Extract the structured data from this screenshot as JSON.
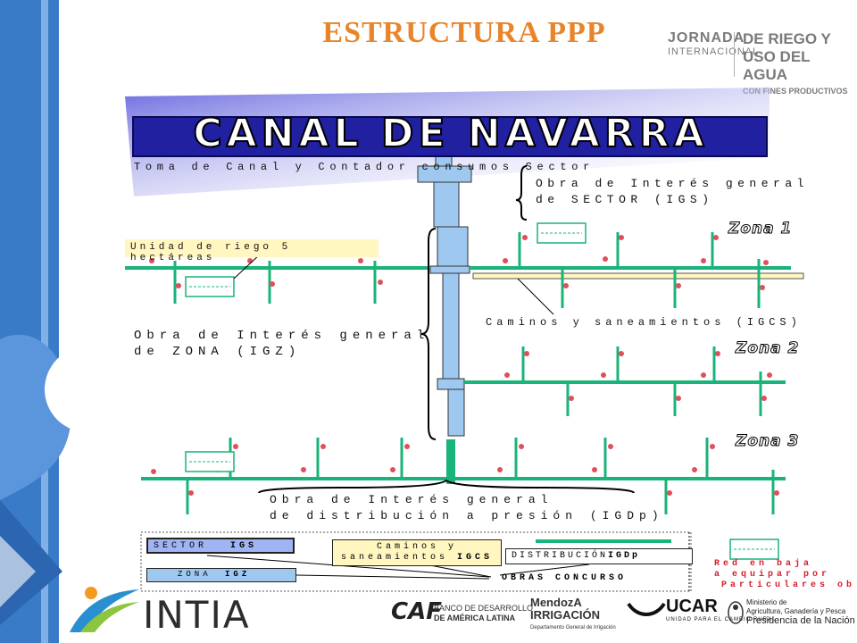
{
  "header": {
    "title": "ESTRUCTURA PPP",
    "jornada_line1": "JORNADA",
    "jornada_line2": "INTERNACIONAL",
    "riego_line1": "DE RIEGO Y",
    "riego_line2": "USO DEL AGUA",
    "riego_line3": "CON FINES PRODUCTIVOS"
  },
  "diagram": {
    "banner": "CANAL DE NAVARRA",
    "toma": "Toma de Canal y Contador consumos Sector",
    "igs_line1": "Obra de Interés general",
    "igs_line2": "de SECTOR (IGS)",
    "unidad": "Unidad de riego 5 hectáreas",
    "zona1": "Zona 1",
    "zona2": "Zona 2",
    "zona3": "Zona 3",
    "caminos": "Caminos y saneamientos (IGCS)",
    "igz_line1": "Obra de Interés general",
    "igz_line2": "de ZONA (IGZ)",
    "igdp_line1": "Obra de Interés general",
    "igdp_line2": "de distribución a presión (IGDp)"
  },
  "legend": {
    "sector_label": "SECTOR",
    "sector_code": "IGS",
    "zona_label": "ZONA",
    "zona_code": "IGZ",
    "caminos_line1": "Caminos y",
    "caminos_line2": "saneamientos",
    "caminos_code": "IGCS",
    "distribucion_label": "DISTRIBUCIÓN",
    "distribucion_code": "IGDp",
    "obras": "OBRAS CONCURSO",
    "red_line1": "Red en baja",
    "red_line2": "a equipar por",
    "red_line3": "Particulares ob"
  },
  "footer": {
    "intia": "INTIA",
    "caf": "CAF",
    "caf_sub1": "BANCO DE DESARROLLO",
    "caf_sub2": "DE AMÉRICA LATINA",
    "mendoza1": "MendozA",
    "mendoza2": "IRRIGACIÓN",
    "mendoza_sub": "Departamento General de Irrigación",
    "ucar": "UCAR",
    "ucar_sub": "UNIDAD PARA EL CAMBIO RURAL",
    "min1": "Ministerio de",
    "min2": "Agricultura, Ganadería y Pesca",
    "min3": "Presidencia de la Nación"
  },
  "colors": {
    "title_orange": "#e8852a",
    "pipe_green": "#19b47a",
    "node_red": "#e0505a",
    "canal_blue": "#2020a0",
    "pipe_blue": "#9ec8f0",
    "left_band": "#3a7bc8"
  }
}
